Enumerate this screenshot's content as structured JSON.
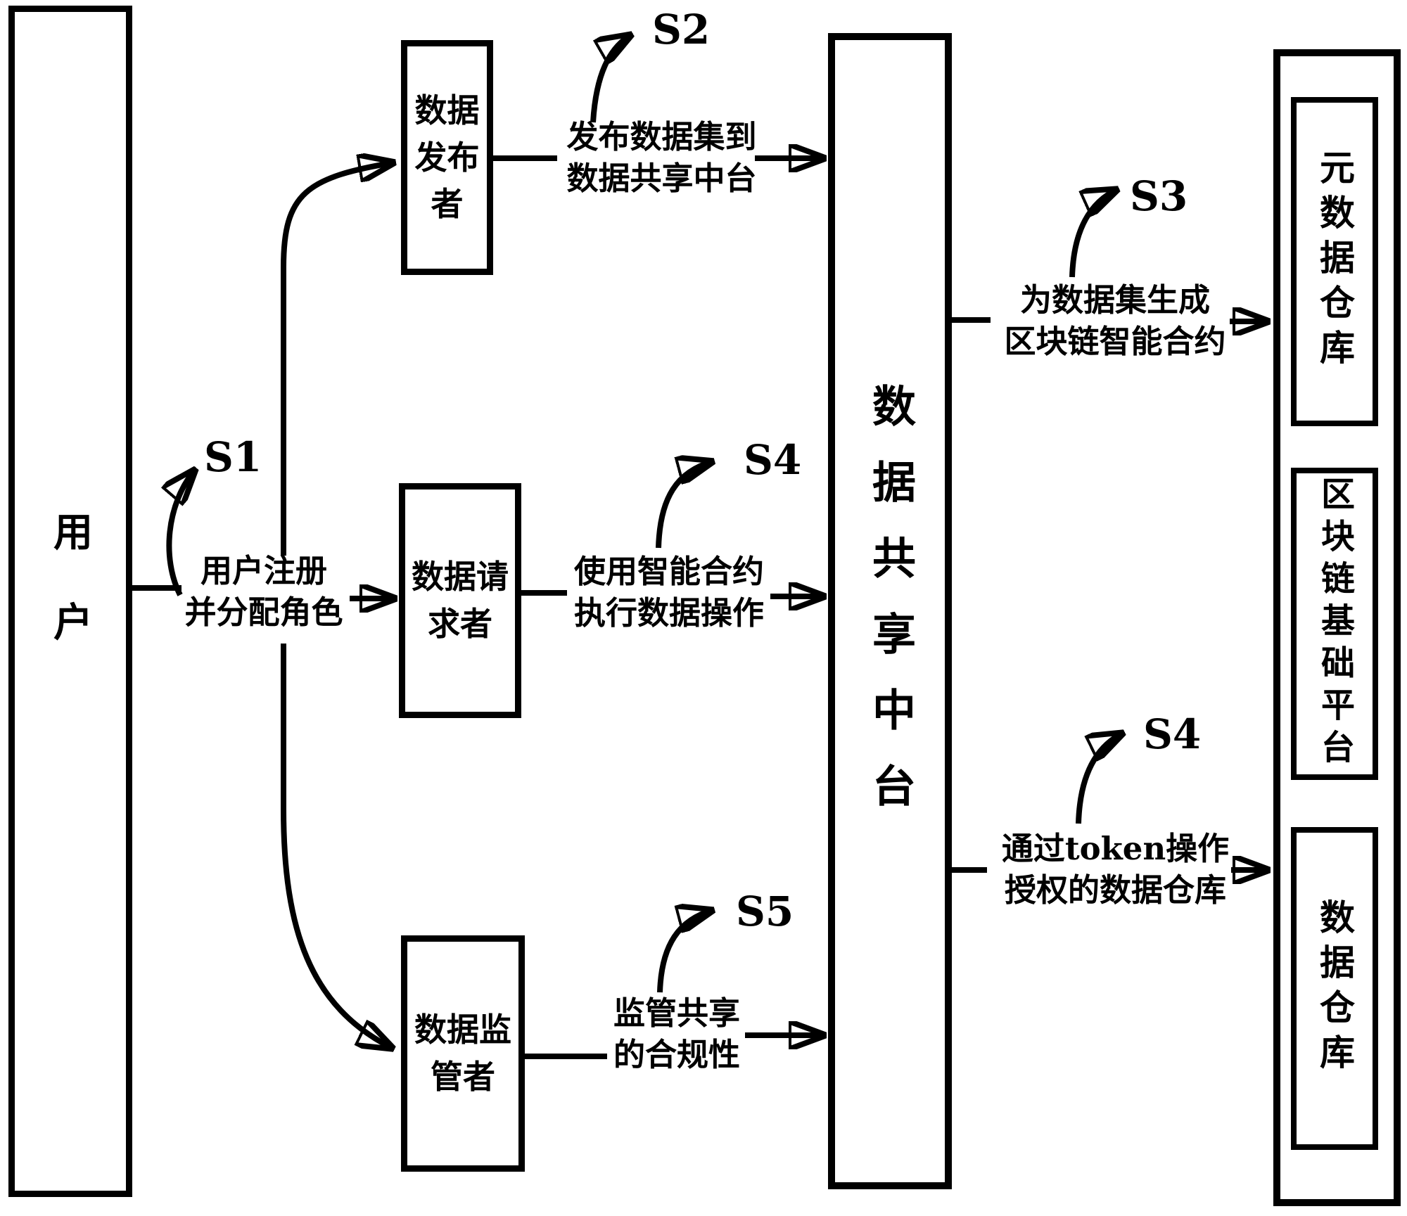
{
  "diagram": {
    "kind": "patent-flow-diagram",
    "colors": {
      "stroke": "#000000",
      "background": "#ffffff"
    },
    "nodes": {
      "user": {
        "label": "用户"
      },
      "publisher": {
        "label": "数据发布者"
      },
      "requester": {
        "label": "数据请求者"
      },
      "supervisor": {
        "label": "数据监管者"
      },
      "platform": {
        "label": "数据共享中台"
      },
      "meta_warehouse": {
        "label": "元数据仓库"
      },
      "blockchain_base": {
        "label": "区块链基础平台"
      },
      "data_warehouse": {
        "label": "数据仓库"
      }
    },
    "edges": {
      "register": {
        "label": "用户注册\n并分配角色",
        "step": "S1"
      },
      "publish": {
        "label": "发布数据集到\n数据共享中台",
        "step": "S2"
      },
      "use_contract": {
        "label": "使用智能合约\n执行数据操作",
        "step": "S4"
      },
      "supervise": {
        "label": "监管共享\n的合规性",
        "step": "S5"
      },
      "generate_contract": {
        "label": "为数据集生成\n区块链智能合约",
        "step": "S3"
      },
      "token_access": {
        "label": "通过token操作\n授权的数据仓库",
        "step": "S4"
      }
    }
  }
}
